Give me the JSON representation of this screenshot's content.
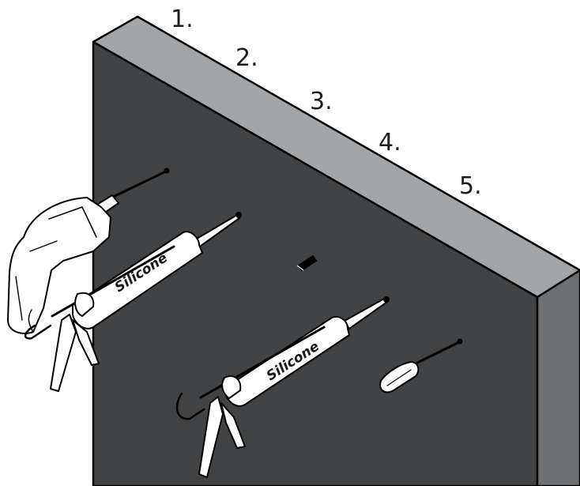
{
  "steps": [
    {
      "label": "1."
    },
    {
      "label": "2."
    },
    {
      "label": "3."
    },
    {
      "label": "4."
    },
    {
      "label": "5."
    }
  ],
  "tools": {
    "caulk_gun_1_text": "Silicone",
    "caulk_gun_2_text": "Silicone"
  },
  "colors": {
    "panel_front": "#414345",
    "panel_top": "#a3a6a8",
    "panel_side": "#6e7173",
    "outline": "#000000",
    "tool_body": "#ffffff"
  },
  "icons": {
    "drill": "power-drill-icon",
    "caulk_gun": "caulking-gun-icon",
    "screwdriver": "screwdriver-icon",
    "anchor": "wall-plug-icon"
  }
}
